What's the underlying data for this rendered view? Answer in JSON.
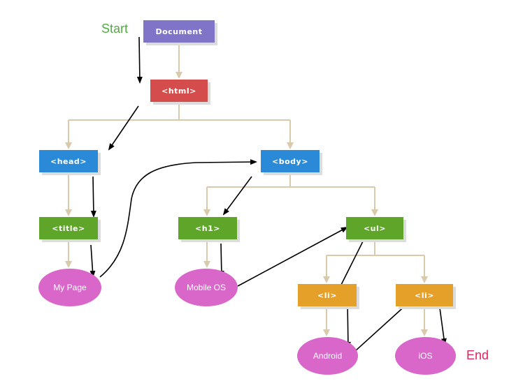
{
  "nodes": {
    "document": "Document",
    "html": "<html>",
    "head": "<head>",
    "body": "<body>",
    "title": "<title>",
    "h1": "<h1>",
    "ul": "<ul>",
    "li_1": "<li>",
    "li_2": "<li>"
  },
  "leaves": {
    "my_page": "My Page",
    "mobile_os": "Mobile OS",
    "android": "Android",
    "ios": "iOS"
  },
  "captions": {
    "start": "Start",
    "end": "End"
  },
  "colors": {
    "document": "#7f74c8",
    "html": "#d44c4c",
    "head_body": "#2a8ad8",
    "title_h1_ul": "#5ea52a",
    "li": "#e5a02a",
    "leaf": "#d967c9",
    "connector": "#d9c9ad",
    "traversal_arrow": "#000000",
    "start_text": "#4fae3c",
    "end_text": "#e0245e"
  }
}
